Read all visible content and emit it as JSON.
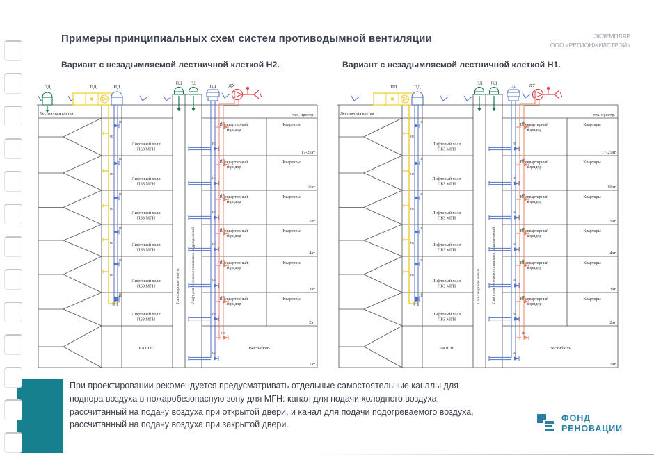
{
  "page": {
    "title": "Примеры принципиальных схем систем противодымной вентиляции",
    "stamp_line1": "ЭКЗЕМПЛЯР",
    "stamp_line2": "ООО «РЕГИОНЖИЛСТРОЙ»"
  },
  "variants": [
    {
      "id": "h2",
      "subtitle": "Вариант с незадымляемой лестничной клеткой Н2.",
      "staircase_pressurization": true
    },
    {
      "id": "h1",
      "subtitle": "Вариант с незадымляемой лестничной клеткой Н1.",
      "staircase_pressurization": false
    }
  ],
  "diagram": {
    "roof_labels": {
      "supply": "ПД",
      "exhaust": "ДУ"
    },
    "labels": {
      "staircase": "Лестничная клетка",
      "tech_space": "тех. простр.",
      "lift_hall_line1": "Лифтовый холл",
      "lift_hall_line2": "ПБЗ МГН",
      "bkfn": "БКФН",
      "vestibule": "Вестибюль",
      "passenger_lifts": "Пассажирские лифты",
      "fire_lift": "Лифт для перевозки пожарных подразделений",
      "corridor_line1": "Внеквартирный",
      "corridor_line2": "коридор",
      "apartments": "Квартиры",
      "damper": "НЗ"
    },
    "floors": [
      "17-25эт",
      "16эт",
      "5эт",
      "4эт",
      "3эт",
      "2эт",
      "1эт"
    ]
  },
  "footer": {
    "note": "При проектировании рекомендуется предусматривать отдельные самостоятельные каналы для\nподпора воздуха в пожаробезопасную зону для МГН: канал для подачи холодного воздуха,\nрассчитанный на подачу воздуха при открытой двери, и канал для подачи подогреваемого воздуха,\nрассчитанный на подачу воздуха при закрытой двери.",
    "logo_line1": "ФОНД",
    "logo_line2": "РЕНОВАЦИИ"
  },
  "colors": {
    "accent_teal": "#17808F",
    "logo_blue": "#2B7DA3",
    "duct_yellow": "#EFCB2D",
    "duct_blue": "#5272C4",
    "fan_green": "#1B7A4C",
    "smoke_red": "#D9444C",
    "duct_orange": "#EE8264",
    "line_gray": "#4C4C4C",
    "text_dark": "#303030",
    "text_gray": "#9BA1A9"
  }
}
